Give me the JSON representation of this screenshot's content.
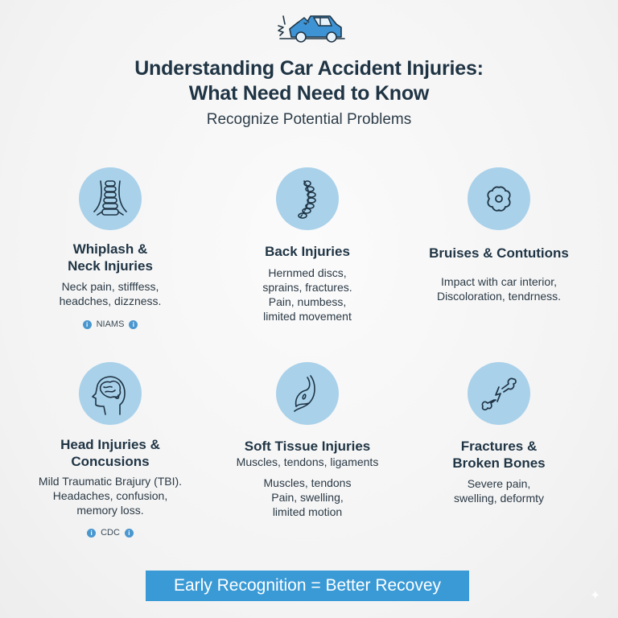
{
  "header": {
    "logo_icon": "car-crash-icon",
    "title_line1": "Understanding Car Accident Injuries:",
    "title_line2": "What Need Need to Know",
    "subtitle": "Recognize Potential Problems"
  },
  "cards": [
    {
      "icon": "neck-spine-icon",
      "title_line1": "Whiplash &",
      "title_line2": "Neck Injuries",
      "desc": [
        "Neck pain, stifffess,",
        "headches, dizzness."
      ],
      "source": "NIAMS"
    },
    {
      "icon": "spine-icon",
      "title_line1": "Back Injuries",
      "desc": [
        "Hernmed discs,",
        "sprains, fractures.",
        "Pain, numbess,",
        "limited movement"
      ]
    },
    {
      "icon": "bruise-icon",
      "title_line1": "Bruises & Contutions",
      "desc": [
        "Impact with car interior,",
        "Discoloration, tendrness."
      ]
    },
    {
      "icon": "brain-head-icon",
      "title_line1": "Head Injuries &",
      "title_line2": "Concusions",
      "desc": [
        "Mild Traumatic Brajury (TBI).",
        "Headaches, confusion,",
        "memory loss."
      ],
      "source": "CDC"
    },
    {
      "icon": "muscle-icon",
      "title_line1": "Soft Tissue Injuries",
      "subtitle": "Muscles, tendons, ligaments",
      "desc": [
        "Muscles, tendons",
        "Pain, swelling,",
        "limited motion"
      ]
    },
    {
      "icon": "broken-bone-icon",
      "title_line1": "Fractures &",
      "title_line2": "Broken Bones",
      "desc": [
        "Severe pain,",
        "swelling, deformty"
      ]
    }
  ],
  "info_glyph": "i",
  "banner": {
    "text": "Early Recognition = Better Recovey"
  },
  "colors": {
    "accent": "#3a9ad6",
    "icon_bg": "#a9d1ea",
    "text_dark": "#1f3444"
  }
}
